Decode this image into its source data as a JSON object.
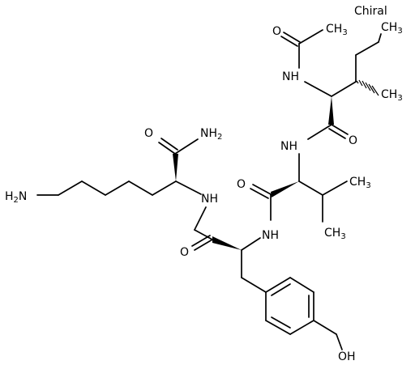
{
  "molecule": {
    "chiral_flag": "Chiral",
    "labels": {
      "acetyl_o": "O",
      "acetyl_ch3": "CH3",
      "ile_ethyl_ch3": "CH3",
      "ile_nh": "NH",
      "ile_ch3": "CH3",
      "ile_co_o": "O",
      "val_nh": "NH",
      "val_co_o": "O",
      "val_ch3_top": "CH3",
      "val_ch3_bottom": "CH3",
      "lys_amide_o": "O",
      "lys_nh2": "NH2",
      "lys_nh": "NH",
      "lys_h2n": "H2N",
      "tyr_co_o": "O",
      "tyr_nh": "NH",
      "tyr_oh": "OH"
    }
  }
}
